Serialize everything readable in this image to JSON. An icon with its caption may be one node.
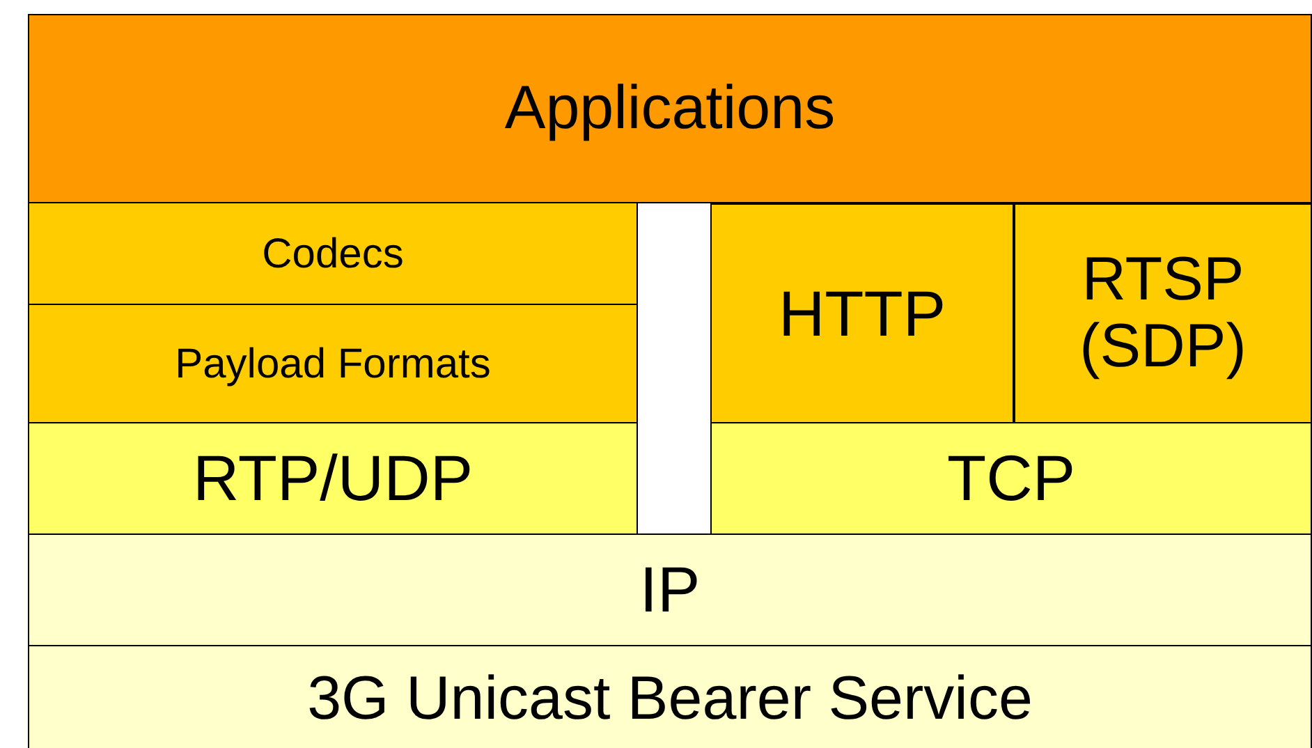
{
  "diagram": {
    "nodes": [
      {
        "text": [
          "Applications"
        ]
      },
      {
        "text": [
          "Codecs"
        ]
      },
      {
        "text": [
          "HTTP"
        ]
      },
      {
        "text": [
          "RTSP (SDP)"
        ]
      },
      {
        "text": [
          "Payload Formats"
        ]
      },
      {
        "text": [
          "RTP/UDP"
        ]
      },
      {
        "text": [
          "TCP"
        ]
      },
      {
        "text": [
          "IP"
        ]
      },
      {
        "text": [
          "3G Unicast Bearer Service"
        ]
      }
    ]
  }
}
